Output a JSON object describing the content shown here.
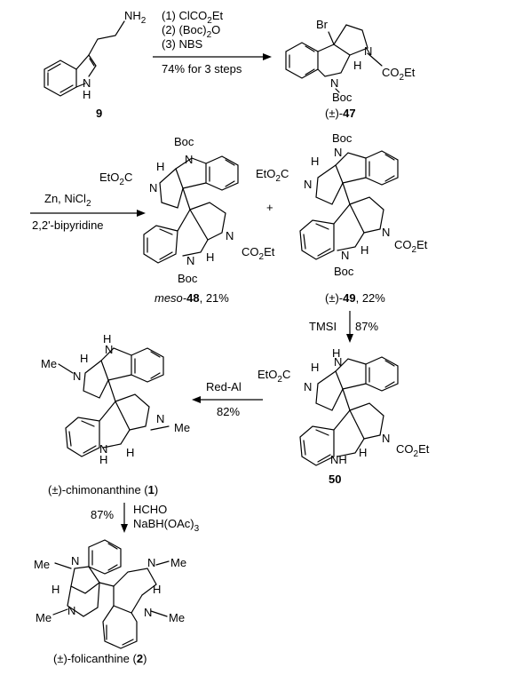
{
  "compounds": {
    "c9": {
      "label": "9",
      "atoms": {
        "nh2": "NH",
        "nh2_sub": "2",
        "n": "N",
        "h": "H"
      }
    },
    "c47": {
      "prefix": "(±)-",
      "label": "47",
      "atoms": {
        "br": "Br",
        "h": "H",
        "n1": "N",
        "co2et": "CO",
        "co2et_sub": "2",
        "co2et_end": "Et",
        "n2": "N",
        "boc": "Boc"
      }
    },
    "c48": {
      "prefix": "meso-",
      "label": "48",
      "yield": ", 21%",
      "atoms": {
        "boc_top": "Boc",
        "n_top": "N",
        "h_top": "H",
        "eto2c": "EtO",
        "eto2c_sub": "2",
        "eto2c_end": "C",
        "n_pyr_top": "N",
        "n_pyr_bot": "N",
        "co2et": "CO",
        "co2et_sub": "2",
        "co2et_end": "Et",
        "n_bot": "N",
        "h_bot": "H",
        "boc_bot": "Boc"
      }
    },
    "c49": {
      "prefix": "(±)-",
      "label": "49",
      "yield": ", 22%",
      "atoms": {
        "boc_top": "Boc",
        "n_top": "N",
        "h_top": "H",
        "eto2c": "EtO",
        "eto2c_sub": "2",
        "eto2c_end": "C",
        "n_pyr_top": "N",
        "n_pyr_bot": "N",
        "co2et": "CO",
        "co2et_sub": "2",
        "co2et_end": "Et",
        "n_bot": "N",
        "h_bot": "H",
        "boc_bot": "Boc"
      }
    },
    "c50": {
      "label": "50",
      "atoms": {
        "nh_top": "N",
        "h_top_n": "H",
        "h_top": "H",
        "eto2c": "EtO",
        "eto2c_sub": "2",
        "eto2c_end": "C",
        "n_pyr_top": "N",
        "n_pyr_bot": "N",
        "co2et": "CO",
        "co2et_sub": "2",
        "co2et_end": "Et",
        "nh_bot": "N",
        "h_bot_n": "H",
        "h_bot": "H"
      }
    },
    "c1": {
      "prefix": "(±)-chimonanthine (",
      "label": "1",
      "suffix": ")",
      "atoms": {
        "nh_top": "N",
        "h_top_n": "H",
        "h_top": "H",
        "me_top": "Me",
        "n_pyr_top": "N",
        "n_pyr_bot": "N",
        "me_bot": "Me",
        "nh_bot": "N",
        "h_bot_n": "H",
        "h_bot": "H"
      }
    },
    "c2": {
      "prefix": "(±)-folicanthine (",
      "label": "2",
      "suffix": ")",
      "atoms": {
        "me1": "Me",
        "n1": "N",
        "h1": "H",
        "n2": "N",
        "me2": "Me",
        "me3": "Me",
        "n3": "N",
        "h2": "H",
        "n4": "N",
        "me4": "Me"
      }
    }
  },
  "reactions": {
    "step1": {
      "lines": [
        "(1) ClCO",
        "(2) (Boc)",
        "(3) NBS"
      ],
      "line1_sub": "2",
      "line1_end": "Et",
      "line2_sub": "2",
      "line2_end": "O",
      "yield": "74% for 3 steps"
    },
    "step2": {
      "line1": "Zn, NiCl",
      "line1_sub": "2",
      "line2": "2,2'-bipyridine"
    },
    "plus": "+",
    "step3": {
      "reagent": "TMSI",
      "yield": "87%"
    },
    "step4": {
      "reagent": "Red-Al",
      "yield": "82%"
    },
    "step5": {
      "yield": "87%",
      "line1": "HCHO",
      "line2": "NaBH(OAc)",
      "line2_sub": "3"
    }
  }
}
